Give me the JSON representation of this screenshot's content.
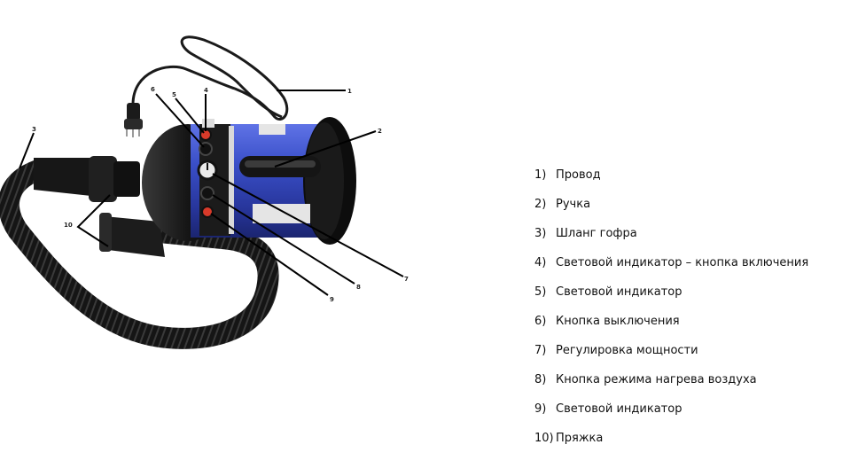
{
  "callouts": [
    {
      "number": "1",
      "label": "Провод"
    },
    {
      "number": "2",
      "label": "Ручка"
    },
    {
      "number": "3",
      "label": "Шланг гофра"
    },
    {
      "number": "4",
      "label": "Световой индикатор – кнопка включения"
    },
    {
      "number": "5",
      "label": "Световой индикатор"
    },
    {
      "number": "6",
      "label": "Кнопка выключения"
    },
    {
      "number": "7",
      "label": "Регулировка мощности"
    },
    {
      "number": "8",
      "label": "Кнопка режима нагрева воздуха"
    },
    {
      "number": "9",
      "label": "Световой индикатор"
    },
    {
      "number": "10",
      "label": "Пряжка"
    }
  ],
  "legend_numbers": [
    "1)",
    "2)",
    "3)",
    "4)",
    "5)",
    "6)",
    "7)",
    "8)",
    "9)",
    "10)"
  ],
  "colors": {
    "body": "#2f3fae",
    "caps": "#111111",
    "hose": "#151515",
    "indicator": "#d83a2a",
    "leader_lines": "#000000"
  },
  "icons": [
    "power-plug-icon",
    "handle-icon",
    "knob-icon",
    "button-icon"
  ]
}
